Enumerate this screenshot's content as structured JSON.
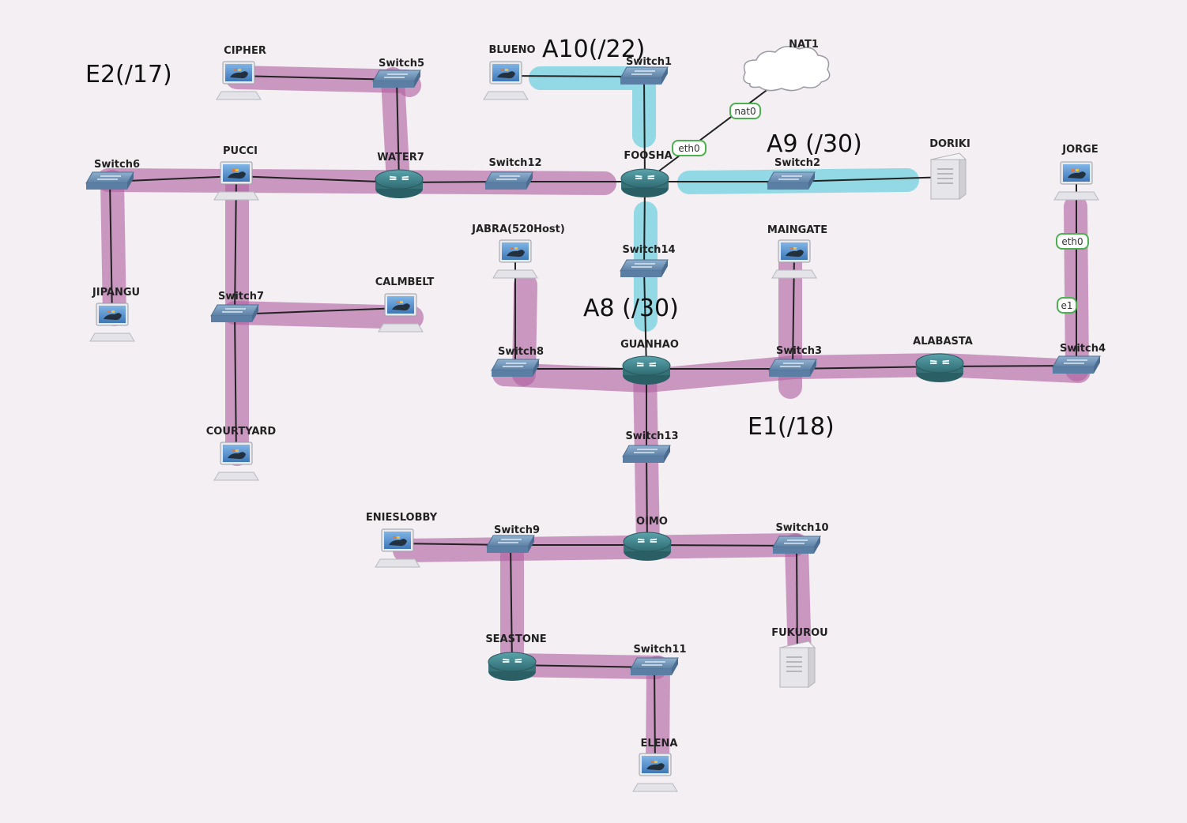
{
  "nodes": {
    "CIPHER": {
      "label": "CIPHER",
      "type": "host"
    },
    "Switch5": {
      "label": "Switch5",
      "type": "switch"
    },
    "BLUENO": {
      "label": "BLUENO",
      "type": "host"
    },
    "Switch1": {
      "label": "Switch1",
      "type": "switch"
    },
    "NAT1": {
      "label": "NAT1",
      "type": "cloud"
    },
    "Switch6": {
      "label": "Switch6",
      "type": "switch"
    },
    "PUCCI": {
      "label": "PUCCI",
      "type": "host"
    },
    "WATER7": {
      "label": "WATER7",
      "type": "router"
    },
    "Switch12": {
      "label": "Switch12",
      "type": "switch"
    },
    "FOOSHA": {
      "label": "FOOSHA",
      "type": "router"
    },
    "Switch2": {
      "label": "Switch2",
      "type": "switch"
    },
    "DORIKI": {
      "label": "DORIKI",
      "type": "server"
    },
    "JORGE": {
      "label": "JORGE",
      "type": "host"
    },
    "JABRA": {
      "label": "JABRA(520Host)",
      "type": "host"
    },
    "MAINGATE": {
      "label": "MAINGATE",
      "type": "host"
    },
    "Switch14": {
      "label": "Switch14",
      "type": "switch"
    },
    "CALMBELT": {
      "label": "CALMBELT",
      "type": "host"
    },
    "JIPANGU": {
      "label": "JIPANGU",
      "type": "host"
    },
    "Switch7": {
      "label": "Switch7",
      "type": "switch"
    },
    "Switch8": {
      "label": "Switch8",
      "type": "switch"
    },
    "GUANHAO": {
      "label": "GUANHAO",
      "type": "router"
    },
    "Switch3": {
      "label": "Switch3",
      "type": "switch"
    },
    "ALABASTA": {
      "label": "ALABASTA",
      "type": "router"
    },
    "Switch4": {
      "label": "Switch4",
      "type": "switch"
    },
    "COURTYARD": {
      "label": "COURTYARD",
      "type": "host"
    },
    "Switch13": {
      "label": "Switch13",
      "type": "switch"
    },
    "ENIESLOBBY": {
      "label": "ENIESLOBBY",
      "type": "host"
    },
    "Switch9": {
      "label": "Switch9",
      "type": "switch"
    },
    "OIMO": {
      "label": "OIMO",
      "type": "router"
    },
    "Switch10": {
      "label": "Switch10",
      "type": "switch"
    },
    "SEASTONE": {
      "label": "SEASTONE",
      "type": "router"
    },
    "Switch11": {
      "label": "Switch11",
      "type": "switch"
    },
    "FUKUROU": {
      "label": "FUKUROU",
      "type": "server"
    },
    "ELENA": {
      "label": "ELENA",
      "type": "host"
    }
  },
  "links": [
    [
      "CIPHER",
      "Switch5"
    ],
    [
      "Switch5",
      "WATER7"
    ],
    [
      "BLUENO",
      "Switch1"
    ],
    [
      "Switch1",
      "FOOSHA"
    ],
    [
      "FOOSHA",
      "NAT1"
    ],
    [
      "Switch6",
      "PUCCI"
    ],
    [
      "PUCCI",
      "WATER7"
    ],
    [
      "WATER7",
      "Switch12"
    ],
    [
      "Switch12",
      "FOOSHA"
    ],
    [
      "FOOSHA",
      "Switch2"
    ],
    [
      "Switch2",
      "DORIKI"
    ],
    [
      "Switch6",
      "JIPANGU"
    ],
    [
      "PUCCI",
      "Switch7"
    ],
    [
      "Switch7",
      "CALMBELT"
    ],
    [
      "Switch7",
      "COURTYARD"
    ],
    [
      "FOOSHA",
      "Switch14"
    ],
    [
      "Switch14",
      "GUANHAO"
    ],
    [
      "JABRA",
      "Switch8"
    ],
    [
      "Switch8",
      "GUANHAO"
    ],
    [
      "GUANHAO",
      "Switch3"
    ],
    [
      "MAINGATE",
      "Switch3"
    ],
    [
      "Switch3",
      "ALABASTA"
    ],
    [
      "ALABASTA",
      "Switch4"
    ],
    [
      "JORGE",
      "Switch4"
    ],
    [
      "GUANHAO",
      "Switch13"
    ],
    [
      "Switch13",
      "OIMO"
    ],
    [
      "ENIESLOBBY",
      "Switch9"
    ],
    [
      "Switch9",
      "OIMO"
    ],
    [
      "OIMO",
      "Switch10"
    ],
    [
      "Switch10",
      "FUKUROU"
    ],
    [
      "Switch9",
      "SEASTONE"
    ],
    [
      "SEASTONE",
      "Switch11"
    ],
    [
      "Switch11",
      "ELENA"
    ]
  ],
  "port_labels": {
    "eth0_foosha": "eth0",
    "nat0": "nat0",
    "eth0_jorge": "eth0",
    "e1_jorge": "e1"
  },
  "annotations": {
    "e2": "E2(/17)",
    "a10": "A10(/22)",
    "a9": "A9 (/30)",
    "a8": "A8 (/30)",
    "e1": "E1(/18)"
  },
  "colors": {
    "highlight_pink": "#b061a2",
    "highlight_cyan": "#7dd4e2",
    "router": "#3e7f86",
    "switch": "#6f8fb0",
    "port_outline": "#4caf50"
  }
}
